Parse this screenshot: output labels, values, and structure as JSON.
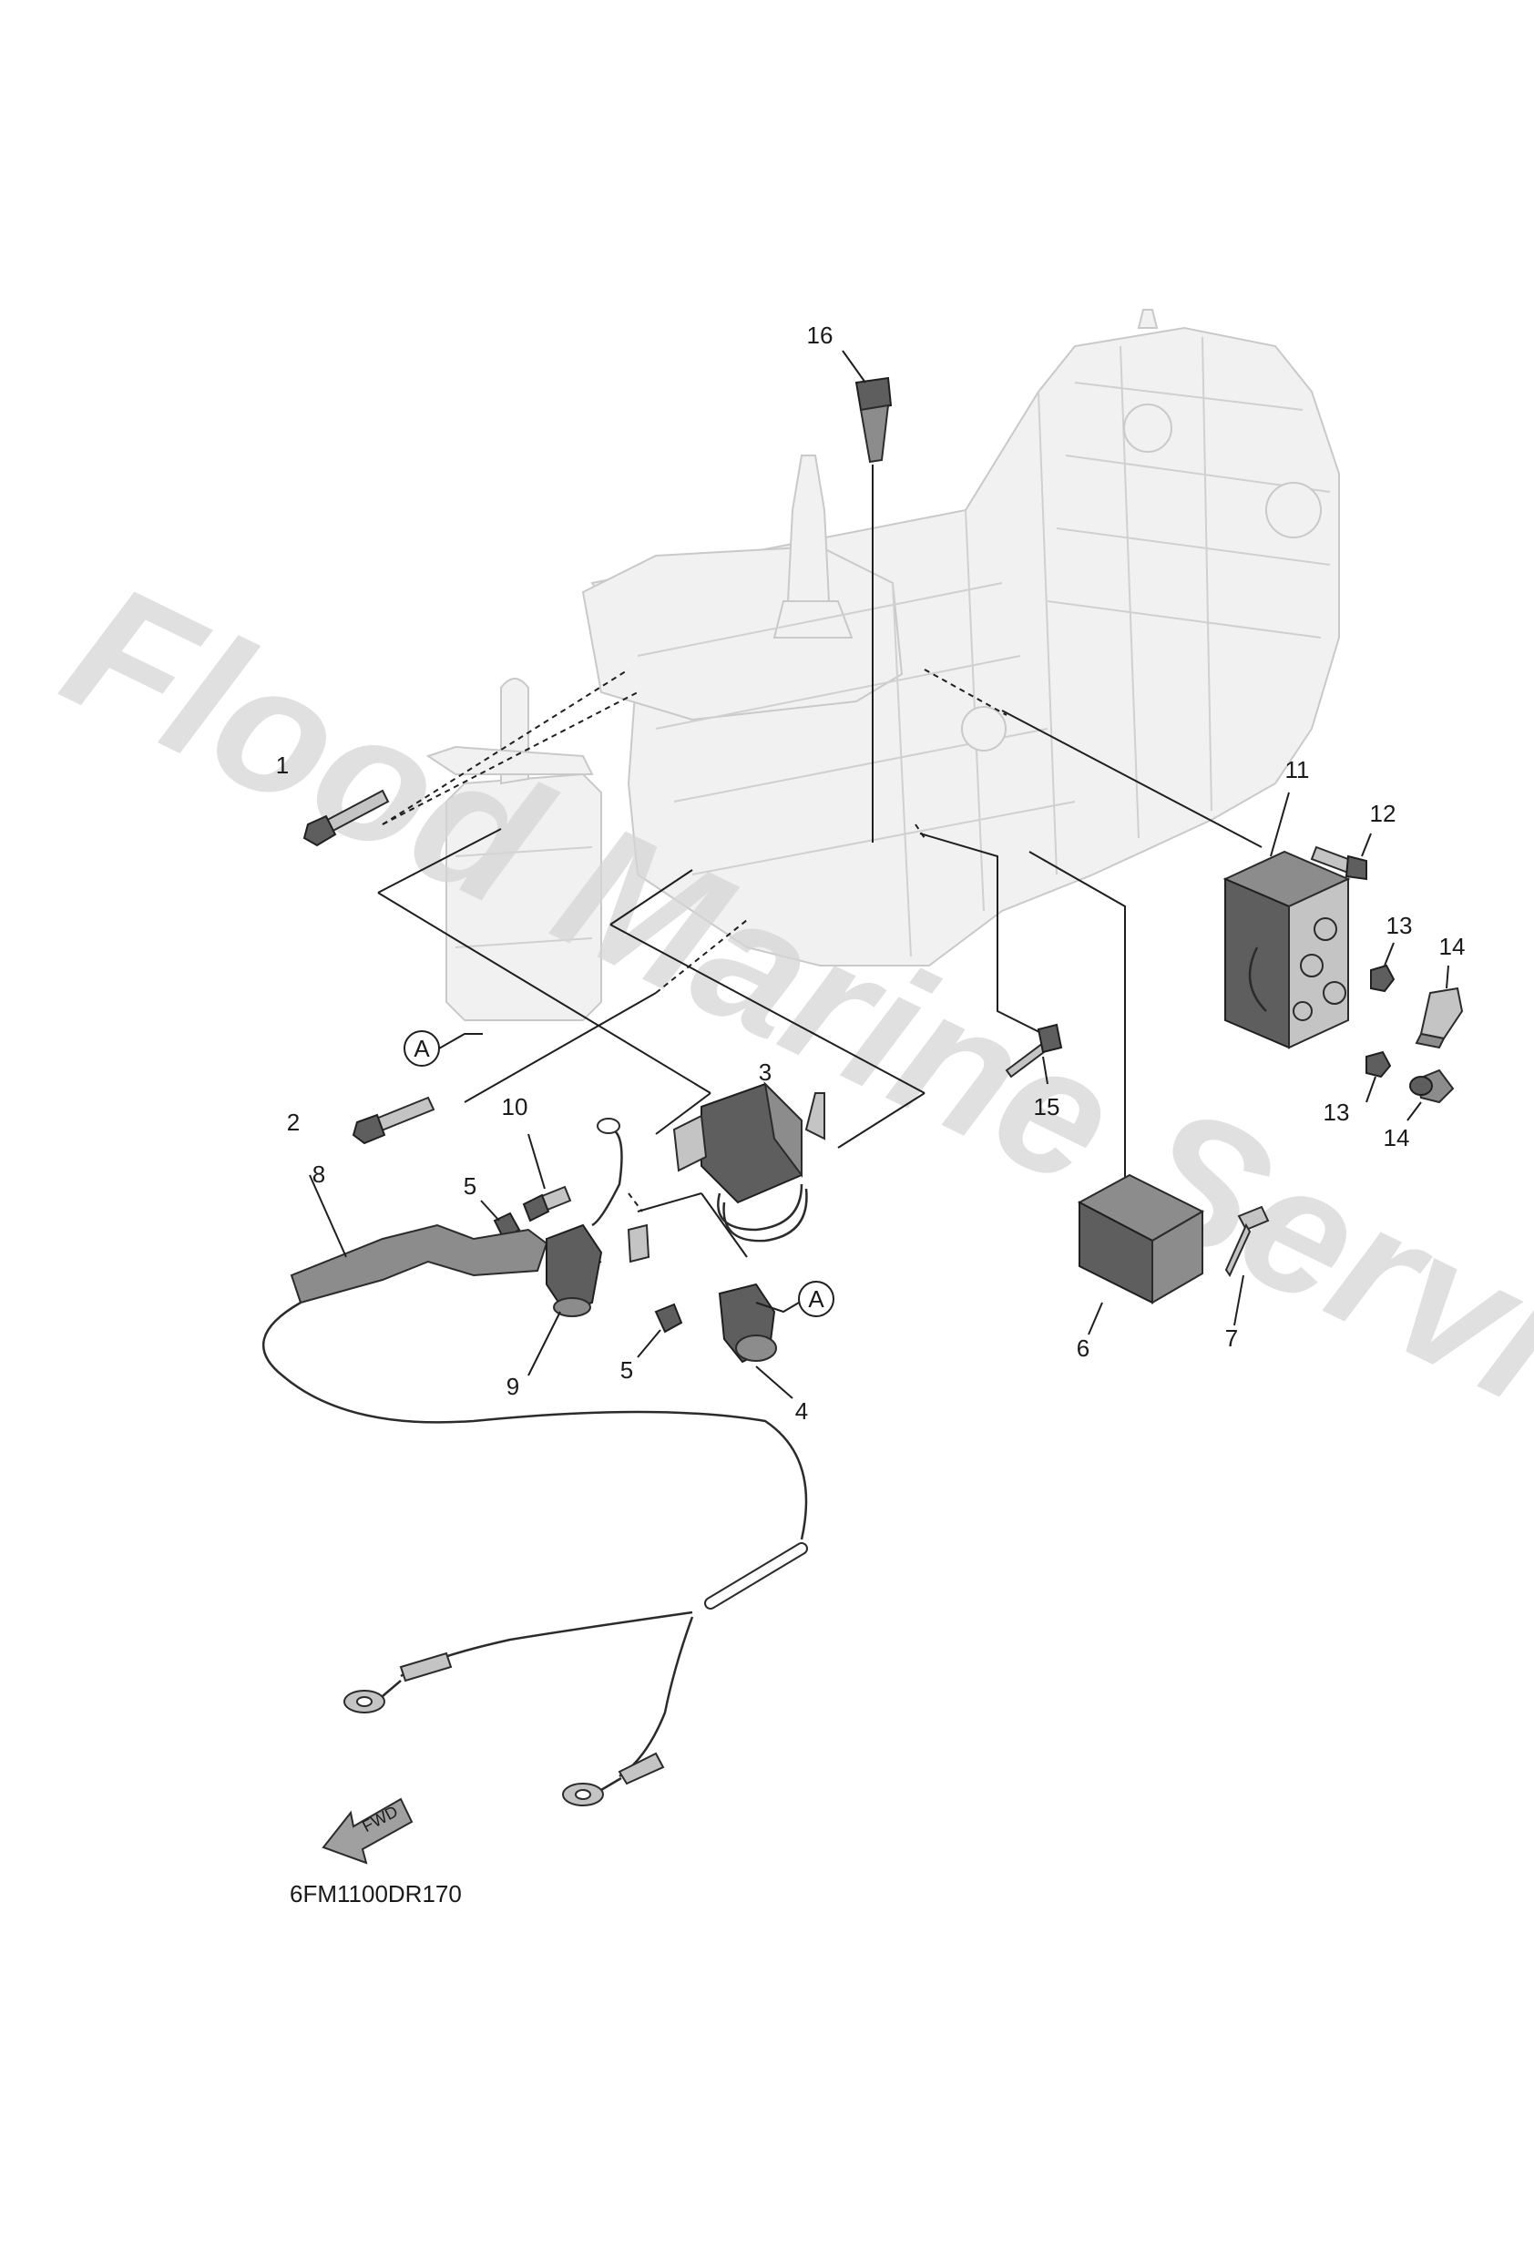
{
  "diagram": {
    "drawing_code": "6FM1100DR170",
    "watermark": "Flood Marine Services",
    "fwd_label": "FWD",
    "ref_marker": "A",
    "callouts": [
      "1",
      "2",
      "3",
      "4",
      "5",
      "5",
      "6",
      "7",
      "8",
      "9",
      "10",
      "11",
      "12",
      "13",
      "13",
      "14",
      "14",
      "15",
      "16"
    ]
  }
}
